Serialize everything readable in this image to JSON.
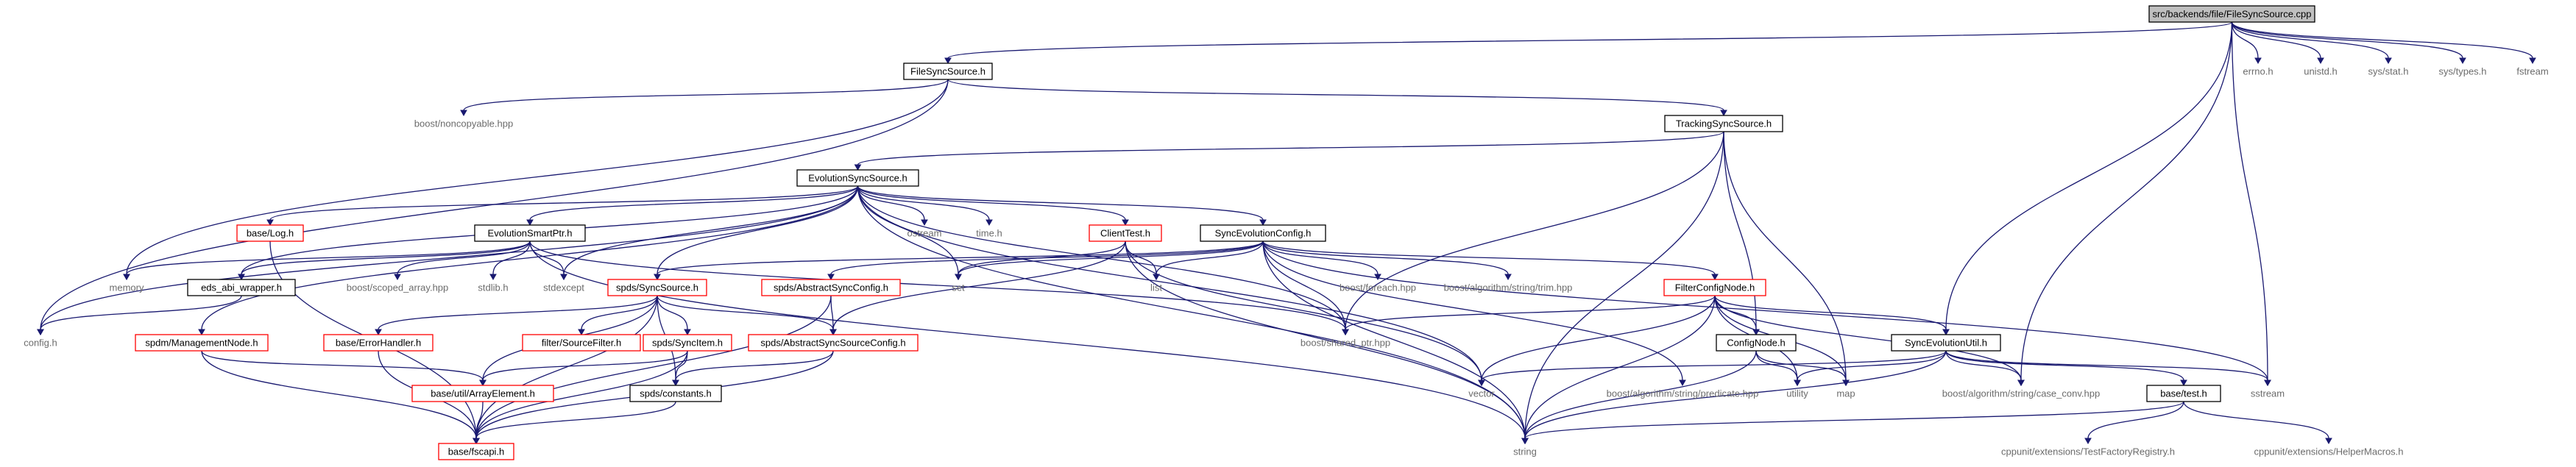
{
  "nodes": [
    {
      "id": "root",
      "label": "src/backends/file/FileSyncSource.cpp",
      "style": "root"
    },
    {
      "id": "filesyncsource_h",
      "label": "FileSyncSource.h",
      "style": "black"
    },
    {
      "id": "errno_h",
      "label": "errno.h",
      "style": "plain"
    },
    {
      "id": "unistd_h",
      "label": "unistd.h",
      "style": "plain"
    },
    {
      "id": "sys_stat_h",
      "label": "sys/stat.h",
      "style": "plain"
    },
    {
      "id": "sys_types_h",
      "label": "sys/types.h",
      "style": "plain"
    },
    {
      "id": "fstream",
      "label": "fstream",
      "style": "plain"
    },
    {
      "id": "boost_noncopyable",
      "label": "boost/noncopyable.hpp",
      "style": "plain"
    },
    {
      "id": "trackingsyncsource_h",
      "label": "TrackingSyncSource.h",
      "style": "black"
    },
    {
      "id": "evolutionsyncsource_h",
      "label": "EvolutionSyncSource.h",
      "style": "black"
    },
    {
      "id": "base_log_h",
      "label": "base/Log.h",
      "style": "red"
    },
    {
      "id": "evolutionsmartptr_h",
      "label": "EvolutionSmartPtr.h",
      "style": "black"
    },
    {
      "id": "ostream",
      "label": "ostream",
      "style": "plain"
    },
    {
      "id": "time_h",
      "label": "time.h",
      "style": "plain"
    },
    {
      "id": "clienttest_h",
      "label": "ClientTest.h",
      "style": "red"
    },
    {
      "id": "syncevolutionconfig_h",
      "label": "SyncEvolutionConfig.h",
      "style": "black"
    },
    {
      "id": "memory",
      "label": "memory",
      "style": "plain"
    },
    {
      "id": "eds_abi_wrapper_h",
      "label": "eds_abi_wrapper.h",
      "style": "black"
    },
    {
      "id": "boost_scoped_array",
      "label": "boost/scoped_array.hpp",
      "style": "plain"
    },
    {
      "id": "stdlib_h",
      "label": "stdlib.h",
      "style": "plain"
    },
    {
      "id": "stdexcept",
      "label": "stdexcept",
      "style": "plain"
    },
    {
      "id": "set",
      "label": "set",
      "style": "plain"
    },
    {
      "id": "list",
      "label": "list",
      "style": "plain"
    },
    {
      "id": "boost_foreach",
      "label": "boost/foreach.hpp",
      "style": "plain"
    },
    {
      "id": "boost_trim",
      "label": "boost/algorithm/string/trim.hpp",
      "style": "plain"
    },
    {
      "id": "config_h",
      "label": "config.h",
      "style": "plain"
    },
    {
      "id": "spds_syncsource_h",
      "label": "spds/SyncSource.h",
      "style": "red"
    },
    {
      "id": "spds_abstractsyncconfig_h",
      "label": "spds/AbstractSyncConfig.h",
      "style": "red"
    },
    {
      "id": "filterconfignode_h",
      "label": "FilterConfigNode.h",
      "style": "red"
    },
    {
      "id": "spdm_managementnode_h",
      "label": "spdm/ManagementNode.h",
      "style": "red"
    },
    {
      "id": "base_errorhandler_h",
      "label": "base/ErrorHandler.h",
      "style": "red"
    },
    {
      "id": "filter_sourcefilter_h",
      "label": "filter/SourceFilter.h",
      "style": "red"
    },
    {
      "id": "spds_syncitem_h",
      "label": "spds/SyncItem.h",
      "style": "red"
    },
    {
      "id": "spds_abstractsyncsourceconfig_h",
      "label": "spds/AbstractSyncSourceConfig.h",
      "style": "red"
    },
    {
      "id": "boost_shared_ptr",
      "label": "boost/shared_ptr.hpp",
      "style": "plain"
    },
    {
      "id": "confignode_h",
      "label": "ConfigNode.h",
      "style": "black"
    },
    {
      "id": "syncevolutionutil_h",
      "label": "SyncEvolutionUtil.h",
      "style": "black"
    },
    {
      "id": "base_util_arrayelement_h",
      "label": "base/util/ArrayElement.h",
      "style": "red"
    },
    {
      "id": "spds_constants_h",
      "label": "spds/constants.h",
      "style": "black"
    },
    {
      "id": "vector",
      "label": "vector",
      "style": "plain"
    },
    {
      "id": "boost_predicate",
      "label": "boost/algorithm/string/predicate.hpp",
      "style": "plain"
    },
    {
      "id": "utility",
      "label": "utility",
      "style": "plain"
    },
    {
      "id": "map",
      "label": "map",
      "style": "plain"
    },
    {
      "id": "boost_case_conv",
      "label": "boost/algorithm/string/case_conv.hpp",
      "style": "plain"
    },
    {
      "id": "base_test_h",
      "label": "base/test.h",
      "style": "black"
    },
    {
      "id": "sstream",
      "label": "sstream",
      "style": "plain"
    },
    {
      "id": "base_fscapi_h",
      "label": "base/fscapi.h",
      "style": "red"
    },
    {
      "id": "string",
      "label": "string",
      "style": "plain"
    },
    {
      "id": "cppunit_testfactoryregistry",
      "label": "cppunit/extensions/TestFactoryRegistry.h",
      "style": "plain"
    },
    {
      "id": "cppunit_helpermacros",
      "label": "cppunit/extensions/HelperMacros.h",
      "style": "plain"
    }
  ],
  "edges": [
    [
      "root",
      "filesyncsource_h"
    ],
    [
      "root",
      "errno_h"
    ],
    [
      "root",
      "unistd_h"
    ],
    [
      "root",
      "sys_stat_h"
    ],
    [
      "root",
      "sys_types_h"
    ],
    [
      "root",
      "fstream"
    ],
    [
      "root",
      "syncevolutionutil_h"
    ],
    [
      "root",
      "boost_case_conv"
    ],
    [
      "root",
      "sstream"
    ],
    [
      "filesyncsource_h",
      "trackingsyncsource_h"
    ],
    [
      "filesyncsource_h",
      "boost_noncopyable"
    ],
    [
      "filesyncsource_h",
      "config_h"
    ],
    [
      "filesyncsource_h",
      "memory"
    ],
    [
      "trackingsyncsource_h",
      "evolutionsyncsource_h"
    ],
    [
      "trackingsyncsource_h",
      "confignode_h"
    ],
    [
      "trackingsyncsource_h",
      "boost_shared_ptr"
    ],
    [
      "trackingsyncsource_h",
      "map"
    ],
    [
      "trackingsyncsource_h",
      "string"
    ],
    [
      "evolutionsyncsource_h",
      "base_log_h"
    ],
    [
      "evolutionsyncsource_h",
      "evolutionsmartptr_h"
    ],
    [
      "evolutionsyncsource_h",
      "ostream"
    ],
    [
      "evolutionsyncsource_h",
      "time_h"
    ],
    [
      "evolutionsyncsource_h",
      "clienttest_h"
    ],
    [
      "evolutionsyncsource_h",
      "syncevolutionconfig_h"
    ],
    [
      "evolutionsyncsource_h",
      "spds_syncsource_h"
    ],
    [
      "evolutionsyncsource_h",
      "spdm_managementnode_h"
    ],
    [
      "evolutionsyncsource_h",
      "eds_abi_wrapper_h"
    ],
    [
      "evolutionsyncsource_h",
      "stdexcept"
    ],
    [
      "evolutionsyncsource_h",
      "set"
    ],
    [
      "evolutionsyncsource_h",
      "vector"
    ],
    [
      "evolutionsyncsource_h",
      "config_h"
    ],
    [
      "evolutionsyncsource_h",
      "boost_shared_ptr"
    ],
    [
      "evolutionsyncsource_h",
      "string"
    ],
    [
      "evolutionsmartptr_h",
      "memory"
    ],
    [
      "evolutionsmartptr_h",
      "eds_abi_wrapper_h"
    ],
    [
      "evolutionsmartptr_h",
      "boost_scoped_array"
    ],
    [
      "evolutionsmartptr_h",
      "stdlib_h"
    ],
    [
      "evolutionsmartptr_h",
      "stdexcept"
    ],
    [
      "evolutionsmartptr_h",
      "string"
    ],
    [
      "evolutionsmartptr_h",
      "boost_shared_ptr"
    ],
    [
      "base_log_h",
      "base_fscapi_h"
    ],
    [
      "eds_abi_wrapper_h",
      "config_h"
    ],
    [
      "clienttest_h",
      "set"
    ],
    [
      "clienttest_h",
      "list"
    ],
    [
      "clienttest_h",
      "string"
    ],
    [
      "clienttest_h",
      "spds_abstractsyncsourceconfig_h"
    ],
    [
      "clienttest_h",
      "vector"
    ],
    [
      "syncevolutionconfig_h",
      "spds_abstractsyncconfig_h"
    ],
    [
      "syncevolutionconfig_h",
      "filterconfignode_h"
    ],
    [
      "syncevolutionconfig_h",
      "set"
    ],
    [
      "syncevolutionconfig_h",
      "list"
    ],
    [
      "syncevolutionconfig_h",
      "boost_foreach"
    ],
    [
      "syncevolutionconfig_h",
      "boost_trim"
    ],
    [
      "syncevolutionconfig_h",
      "boost_shared_ptr"
    ],
    [
      "syncevolutionconfig_h",
      "string"
    ],
    [
      "syncevolutionconfig_h",
      "spds_syncsource_h"
    ],
    [
      "syncevolutionconfig_h",
      "boost_predicate"
    ],
    [
      "syncevolutionconfig_h",
      "sstream"
    ],
    [
      "spds_syncsource_h",
      "base_errorhandler_h"
    ],
    [
      "spds_syncsource_h",
      "filter_sourcefilter_h"
    ],
    [
      "spds_syncsource_h",
      "spds_syncitem_h"
    ],
    [
      "spds_syncsource_h",
      "spds_abstractsyncsourceconfig_h"
    ],
    [
      "spds_syncsource_h",
      "base_fscapi_h"
    ],
    [
      "spds_syncsource_h",
      "base_util_arrayelement_h"
    ],
    [
      "spds_syncsource_h",
      "spds_constants_h"
    ],
    [
      "spds_abstractsyncconfig_h",
      "spds_abstractsyncsourceconfig_h"
    ],
    [
      "spds_abstractsyncconfig_h",
      "base_fscapi_h"
    ],
    [
      "filterconfignode_h",
      "confignode_h"
    ],
    [
      "filterconfignode_h",
      "syncevolutionutil_h"
    ],
    [
      "filterconfignode_h",
      "boost_shared_ptr"
    ],
    [
      "filterconfignode_h",
      "vector"
    ],
    [
      "filterconfignode_h",
      "utility"
    ],
    [
      "filterconfignode_h",
      "map"
    ],
    [
      "filterconfignode_h",
      "string"
    ],
    [
      "filterconfignode_h",
      "boost_case_conv"
    ],
    [
      "spdm_managementnode_h",
      "base_fscapi_h"
    ],
    [
      "spdm_managementnode_h",
      "base_util_arrayelement_h"
    ],
    [
      "base_errorhandler_h",
      "base_fscapi_h"
    ],
    [
      "spds_syncitem_h",
      "base_fscapi_h"
    ],
    [
      "spds_syncitem_h",
      "spds_constants_h"
    ],
    [
      "spds_syncitem_h",
      "base_util_arrayelement_h"
    ],
    [
      "spds_abstractsyncsourceconfig_h",
      "spds_constants_h"
    ],
    [
      "spds_abstractsyncsourceconfig_h",
      "base_fscapi_h"
    ],
    [
      "confignode_h",
      "utility"
    ],
    [
      "confignode_h",
      "map"
    ],
    [
      "confignode_h",
      "string"
    ],
    [
      "syncevolutionutil_h",
      "vector"
    ],
    [
      "syncevolutionutil_h",
      "utility"
    ],
    [
      "syncevolutionutil_h",
      "boost_case_conv"
    ],
    [
      "syncevolutionutil_h",
      "base_test_h"
    ],
    [
      "syncevolutionutil_h",
      "sstream"
    ],
    [
      "syncevolutionutil_h",
      "string"
    ],
    [
      "base_util_arrayelement_h",
      "base_fscapi_h"
    ],
    [
      "spds_constants_h",
      "base_fscapi_h"
    ],
    [
      "base_test_h",
      "cppunit_testfactoryregistry"
    ],
    [
      "base_test_h",
      "cppunit_helpermacros"
    ],
    [
      "base_test_h",
      "string"
    ]
  ]
}
